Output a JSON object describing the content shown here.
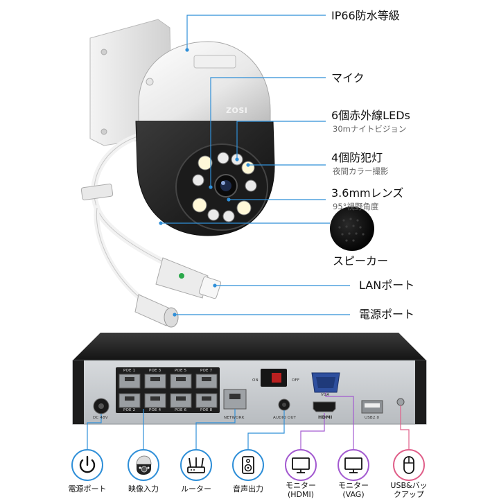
{
  "camera": {
    "brand": "ZOSI",
    "callouts": [
      {
        "label": "IP66防水等級",
        "sub": ""
      },
      {
        "label": "マイク",
        "sub": ""
      },
      {
        "label": "6個赤外線LEDs",
        "sub": "30mナイトビジョン"
      },
      {
        "label": "4個防犯灯",
        "sub": "夜間カラー撮影"
      },
      {
        "label": "3.6mmレンズ",
        "sub": "95°視野角度"
      },
      {
        "label": "スピーカー",
        "sub": ""
      },
      {
        "label": "LANポート",
        "sub": ""
      },
      {
        "label": "電源ポート",
        "sub": ""
      }
    ]
  },
  "nvr": {
    "port_labels": {
      "poe1": "POE 1",
      "poe3": "POE 3",
      "poe5": "POE 5",
      "poe7": "POE 7",
      "poe2": "POE 2",
      "poe4": "POE 4",
      "poe6": "POE 6",
      "poe8": "POE 8",
      "dc": "DC 48V",
      "network": "NETWORK",
      "audio": "AUDIO OUT",
      "vga": "VGA",
      "hdmi": "HDMI",
      "usb": "USB2.0",
      "on": "ON",
      "off": "OFF"
    }
  },
  "icons": [
    {
      "label": "電源ポート",
      "icon": "power-icon",
      "ring": "#2f8fd8"
    },
    {
      "label": "映像入力",
      "icon": "camera-icon",
      "ring": "#2f8fd8"
    },
    {
      "label": "ルーター",
      "icon": "router-icon",
      "ring": "#2f8fd8"
    },
    {
      "label": "音声出力",
      "icon": "speaker-icon",
      "ring": "#2f8fd8"
    },
    {
      "label": "モニター\n(HDMI)",
      "icon": "monitor-icon",
      "ring": "#a35ad0"
    },
    {
      "label": "モニター\n(VAG)",
      "icon": "monitor-icon",
      "ring": "#a35ad0"
    },
    {
      "label": "USB&バッ\nクアップ",
      "icon": "mouse-icon",
      "ring": "#e0608a"
    }
  ],
  "colors": {
    "blue": "#2f8fd8",
    "purple": "#a35ad0",
    "pink": "#e0608a"
  }
}
